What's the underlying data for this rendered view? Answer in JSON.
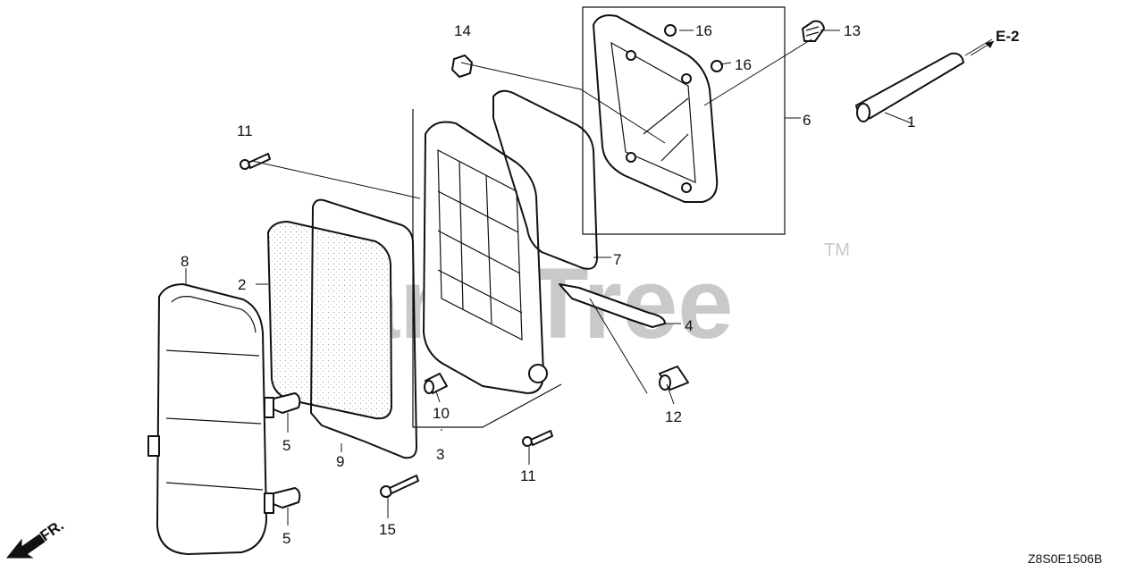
{
  "diagram": {
    "watermark": "PartsTree",
    "trademark": "TM",
    "figure_code": "Z8S0E1506B",
    "ref_label": "E-2",
    "direction_label": "FR.",
    "callouts": {
      "p1": "1",
      "p2": "2",
      "p3": "3",
      "p4": "4",
      "p5a": "5",
      "p5b": "5",
      "p6": "6",
      "p7": "7",
      "p8": "8",
      "p9": "9",
      "p10": "10",
      "p11a": "11",
      "p11b": "11",
      "p12": "12",
      "p13": "13",
      "p14": "14",
      "p15": "15",
      "p16a": "16",
      "p16b": "16"
    }
  }
}
